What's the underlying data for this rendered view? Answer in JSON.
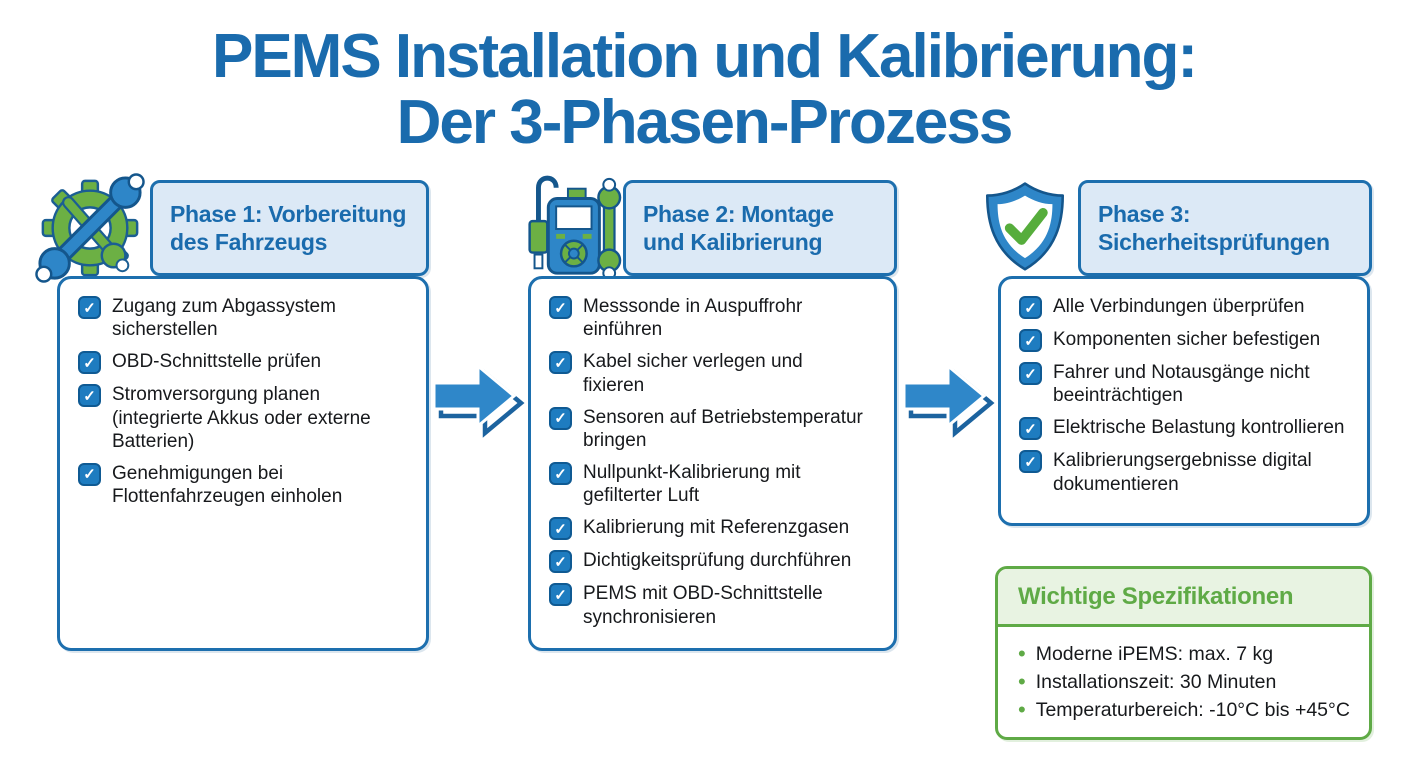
{
  "title": "PEMS Installation und Kalibrierung:\nDer 3-Phasen-Prozess",
  "checkbox_glyph": "✓",
  "colors": {
    "primary_blue": "#1a6bad",
    "border_blue": "#1d6fae",
    "header_bg": "#dce9f6",
    "checkbox_blue": "#1e7cc0",
    "checkbox_border": "#0f5a93",
    "green": "#5faa46",
    "icon_green": "#6cb044",
    "spec_bg": "#e8f3e2",
    "arrow_fill": "#2f87c9",
    "arrow_outline": "#1c639f",
    "text_dark": "#17191c"
  },
  "phases": [
    {
      "header": "Phase 1: Vorbereitung\ndes Fahrzeugs",
      "icon": "gear-wrench-icon",
      "items": [
        "Zugang zum Abgassystem\nsicherstellen",
        "OBD-Schnittstelle prüfen",
        "Stromversorgung planen\n(integrierte Akkus oder externe\nBatterien)",
        "Genehmigungen bei\nFlottenfahrzeugen einholen"
      ]
    },
    {
      "header": "Phase 2: Montage\nund Kalibrierung",
      "icon": "diagnostic-device-icon",
      "items": [
        "Messsonde in Auspuffrohr\neinführen",
        "Kabel sicher verlegen und\nfixieren",
        "Sensoren auf Betriebstemperatur\nbringen",
        "Nullpunkt-Kalibrierung mit\ngefilterter Luft",
        "Kalibrierung mit Referenzgasen",
        "Dichtigkeitsprüfung durchführen",
        "PEMS mit OBD-Schnittstelle\nsynchronisieren"
      ]
    },
    {
      "header": "Phase 3:\nSicherheitsprüfungen",
      "icon": "shield-check-icon",
      "items": [
        "Alle Verbindungen überprüfen",
        "Komponenten sicher befestigen",
        "Fahrer und Notausgänge nicht\nbeeinträchtigen",
        "Elektrische Belastung kontrollieren",
        "Kalibrierungsergebnisse digital\ndokumentieren"
      ]
    }
  ],
  "specs": {
    "title": "Wichtige Spezifikationen",
    "bullet": "•",
    "items": [
      "Moderne iPEMS: max. 7 kg",
      "Installationszeit: 30 Minuten",
      "Temperaturbereich: -10°C bis +45°C"
    ]
  }
}
